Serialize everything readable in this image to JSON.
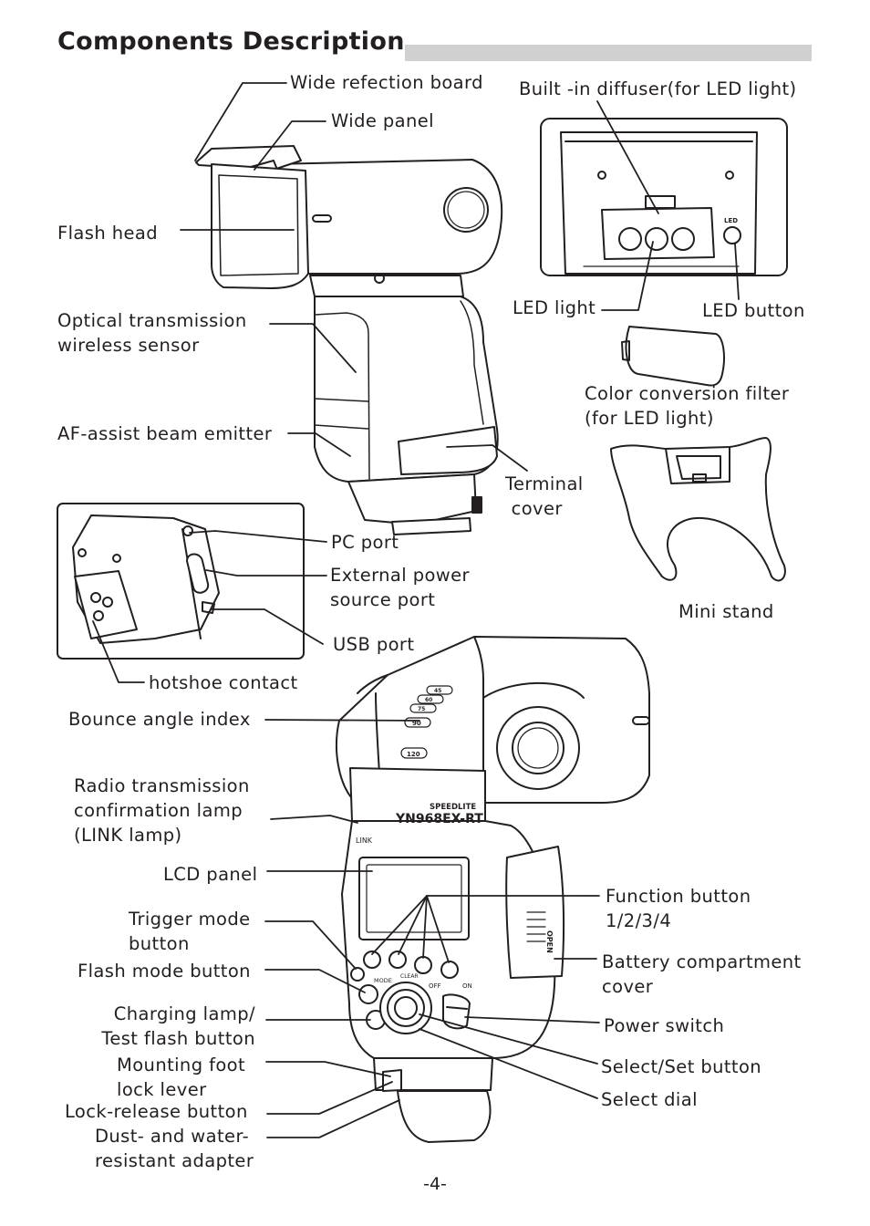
{
  "title": "Components Description",
  "labels": {
    "wide_reflection_board": "Wide refection board",
    "wide_panel": "Wide panel",
    "built_in_diffuser": "Built -in diffuser(for LED light)",
    "flash_head": "Flash head",
    "optical_sensor": "Optical transmission\nwireless sensor",
    "led_light": "LED light",
    "led_button": "LED button",
    "color_filter": "Color conversion filter\n(for LED light)",
    "af_assist": "AF-assist beam emitter",
    "terminal_cover": "Terminal\n cover",
    "pc_port": "PC port",
    "external_power": "External power\nsource port",
    "mini_stand": "Mini stand",
    "usb_port": "USB port",
    "hotshoe_contact": "hotshoe contact",
    "bounce_angle": "Bounce angle index",
    "radio_lamp": "Radio transmission\nconfirmation lamp\n(LINK lamp)",
    "lcd_panel": "LCD panel",
    "function_button": "Function button\n1/2/3/4",
    "trigger_mode": "Trigger mode\nbutton",
    "flash_mode": "Flash mode button",
    "battery_cover": "Battery compartment\ncover",
    "charging_lamp": "Charging lamp/\nTest flash button",
    "power_switch": "Power switch",
    "mounting_foot": "Mounting foot\nlock lever",
    "select_set": "Select/Set button",
    "select_dial": "Select dial",
    "lock_release": "Lock-release button",
    "dust_adapter": "Dust- and water-\nresistant adapter"
  },
  "device": {
    "brand": "SPEEDLITE",
    "model": "YN968EX-RT",
    "link": "LINK",
    "mode": "MODE",
    "clear": "CLEAR",
    "off": "OFF",
    "on": "ON",
    "open": "OPEN",
    "led": "LED",
    "angles": [
      "45",
      "60",
      "75",
      "90",
      "120"
    ]
  },
  "page_number": "-4-"
}
